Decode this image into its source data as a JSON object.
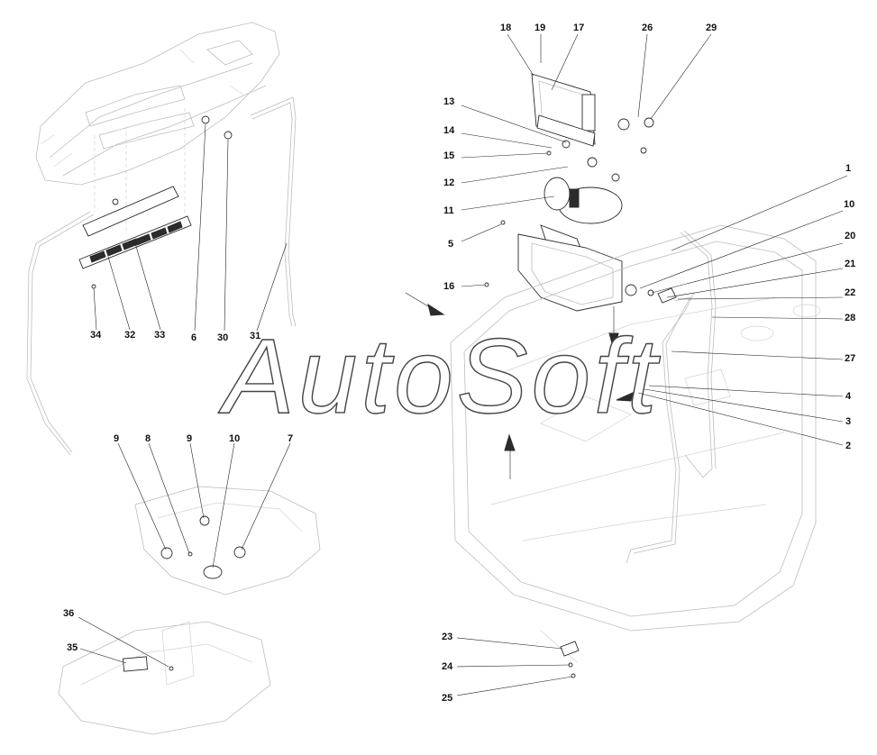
{
  "watermark": "AutoSoft",
  "callouts": [
    {
      "id": "1",
      "label": "1"
    },
    {
      "id": "2",
      "label": "2"
    },
    {
      "id": "3",
      "label": "3"
    },
    {
      "id": "4",
      "label": "4"
    },
    {
      "id": "5",
      "label": "5"
    },
    {
      "id": "6",
      "label": "6"
    },
    {
      "id": "7",
      "label": "7"
    },
    {
      "id": "8",
      "label": "8"
    },
    {
      "id": "9a",
      "label": "9"
    },
    {
      "id": "9b",
      "label": "9"
    },
    {
      "id": "10a",
      "label": "10"
    },
    {
      "id": "10b",
      "label": "10"
    },
    {
      "id": "11",
      "label": "11"
    },
    {
      "id": "12",
      "label": "12"
    },
    {
      "id": "13",
      "label": "13"
    },
    {
      "id": "14",
      "label": "14"
    },
    {
      "id": "15",
      "label": "15"
    },
    {
      "id": "16",
      "label": "16"
    },
    {
      "id": "17",
      "label": "17"
    },
    {
      "id": "18",
      "label": "18"
    },
    {
      "id": "19",
      "label": "19"
    },
    {
      "id": "20",
      "label": "20"
    },
    {
      "id": "21",
      "label": "21"
    },
    {
      "id": "22",
      "label": "22"
    },
    {
      "id": "23",
      "label": "23"
    },
    {
      "id": "24",
      "label": "24"
    },
    {
      "id": "25",
      "label": "25"
    },
    {
      "id": "26",
      "label": "26"
    },
    {
      "id": "27",
      "label": "27"
    },
    {
      "id": "28",
      "label": "28"
    },
    {
      "id": "29",
      "label": "29"
    },
    {
      "id": "30",
      "label": "30"
    },
    {
      "id": "31",
      "label": "31"
    },
    {
      "id": "32",
      "label": "32"
    },
    {
      "id": "33",
      "label": "33"
    },
    {
      "id": "34",
      "label": "34"
    },
    {
      "id": "35",
      "label": "35"
    },
    {
      "id": "36",
      "label": "36"
    }
  ]
}
